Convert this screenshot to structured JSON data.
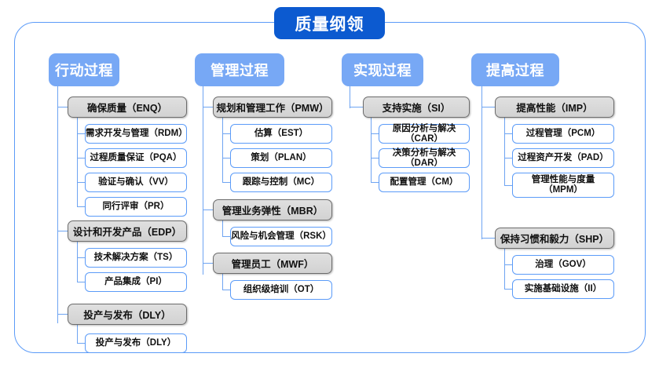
{
  "root": {
    "label": "质量纲领"
  },
  "theme": {
    "root_color": "#0c5ad0",
    "header_color": "#77a8f5",
    "group_color": "#d8d8d8",
    "leaf_border_color": "#5b9bf8",
    "connector_color": "#6ea4f2",
    "frame_color": "#5b9bf8"
  },
  "columns": [
    {
      "id": "col-action",
      "header": "行动过程",
      "groups": [
        {
          "id": "group-enq",
          "label": "确保质量（ENQ）",
          "children": [
            {
              "label": "需求开发与管理（RDM）"
            },
            {
              "label": "过程质量保证（PQA）"
            },
            {
              "label": "验证与确认（VV）"
            },
            {
              "label": "同行评审（PR）"
            }
          ]
        },
        {
          "id": "group-edp",
          "label": "设计和开发产品（EDP）",
          "children": [
            {
              "label": "技术解决方案（TS）"
            },
            {
              "label": "产品集成（PI）"
            }
          ]
        },
        {
          "id": "group-dly",
          "label": "投产与发布（DLY）",
          "children": [
            {
              "label": "投产与发布（DLY）"
            }
          ]
        }
      ]
    },
    {
      "id": "col-manage",
      "header": "管理过程",
      "groups": [
        {
          "id": "group-pmw",
          "label": "规划和管理工作（PMW）",
          "children": [
            {
              "label": "估算（EST）"
            },
            {
              "label": "策划（PLAN）"
            },
            {
              "label": "跟踪与控制（MC）"
            }
          ]
        },
        {
          "id": "group-mbr",
          "label": "管理业务弹性（MBR）",
          "children": [
            {
              "label": "风险与机会管理（RSK）"
            }
          ]
        },
        {
          "id": "group-mwf",
          "label": "管理员工（MWF）",
          "children": [
            {
              "label": "组织级培训（OT）"
            }
          ]
        }
      ]
    },
    {
      "id": "col-realize",
      "header": "实现过程",
      "groups": [
        {
          "id": "group-si",
          "label": "支持实施（SI）",
          "children": [
            {
              "label": "原因分析与解决（CAR）"
            },
            {
              "label": "决策分析与解决（DAR）"
            },
            {
              "label": "配置管理（CM）"
            }
          ]
        }
      ]
    },
    {
      "id": "col-improve",
      "header": "提高过程",
      "groups": [
        {
          "id": "group-imp",
          "label": "提高性能（IMP）",
          "children": [
            {
              "label": "过程管理（PCM）"
            },
            {
              "label": "过程资产开发（PAD）"
            },
            {
              "label": "管理性能与度量\n（MPM）"
            }
          ]
        },
        {
          "id": "group-shp",
          "label": "保持习惯和毅力（SHP）",
          "children": [
            {
              "label": "治理（GOV）"
            },
            {
              "label": "实施基础设施（II）"
            }
          ]
        }
      ]
    }
  ]
}
